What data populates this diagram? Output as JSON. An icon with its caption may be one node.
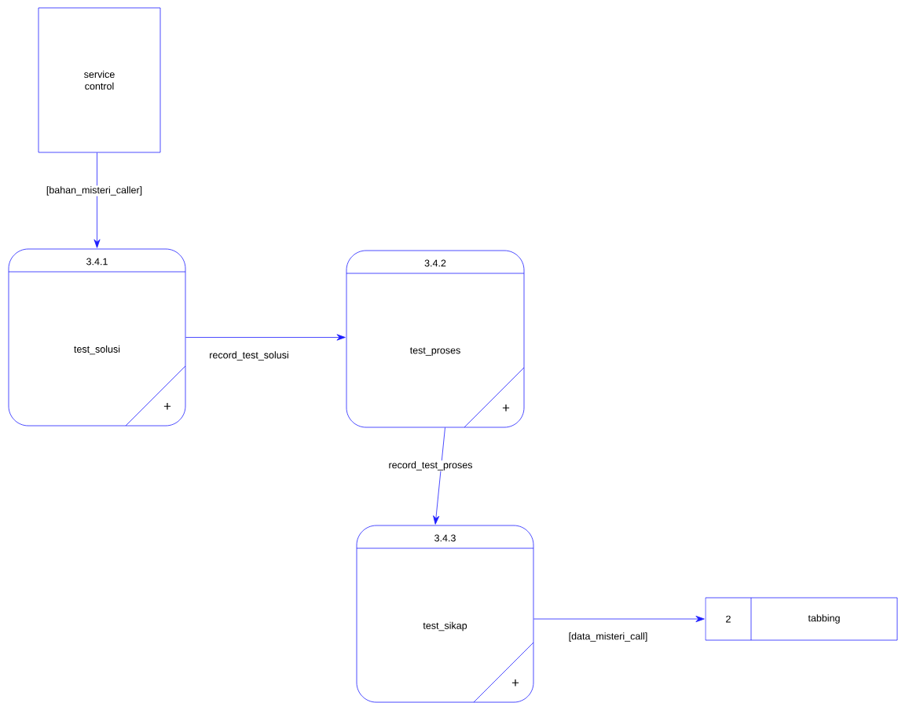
{
  "diagram": {
    "nodes": [
      {
        "text": [
          "service control"
        ]
      },
      {
        "text": [
          "3.4.1",
          "test_solusi"
        ]
      },
      {
        "text": [
          "3.4.2",
          "test_proses"
        ]
      },
      {
        "text": [
          "3.4.3",
          "test_sikap"
        ]
      },
      {
        "text": [
          "2",
          "tabbing"
        ]
      }
    ],
    "edges": [
      {
        "from": 0,
        "to": 1,
        "arrow": "to",
        "label": "[bahan_misteri_caller]"
      },
      {
        "from": 1,
        "to": 2,
        "arrow": "to",
        "label": "record_test_solusi"
      },
      {
        "from": 2,
        "to": 3,
        "arrow": "to",
        "label": "record_test_proses"
      },
      {
        "from": 3,
        "to": 4,
        "arrow": "to",
        "label": "[data_misteri_call]"
      }
    ],
    "labels": [
      "+",
      "+",
      "+"
    ]
  }
}
